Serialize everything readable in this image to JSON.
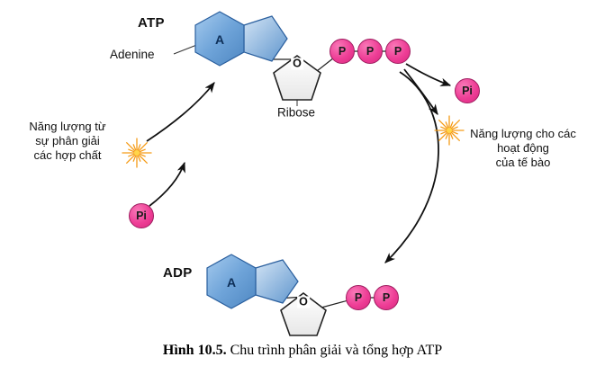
{
  "figure": {
    "caption_label": "Hình 10.5.",
    "caption_text": " Chu trình phân giải và tổng hợp ATP"
  },
  "molecules": {
    "atp": {
      "name": "ATP",
      "adenine_letter": "A",
      "oxygen": "O",
      "phosphates": [
        "P",
        "P",
        "P"
      ]
    },
    "adp": {
      "name": "ADP",
      "adenine_letter": "A",
      "oxygen": "O",
      "phosphates": [
        "P",
        "P"
      ]
    }
  },
  "labels": {
    "adenine": "Adenine",
    "ribose": "Ribose",
    "inorganic_phosphate": "Pi"
  },
  "annotations": {
    "energy_input_lines": [
      "Năng lượng từ",
      "sự phân giải",
      "các hợp chất"
    ],
    "energy_release_lines": [
      "Năng lượng cho các",
      "hoạt động",
      "của tế bào"
    ]
  },
  "colors": {
    "phosphate_pink": "#ee3e96",
    "adenine_blue": "#6fa4d9",
    "ribose_fill": "#f4f4f4",
    "energy_burst_orange": "#f59c18",
    "arrow_black": "#111111"
  }
}
